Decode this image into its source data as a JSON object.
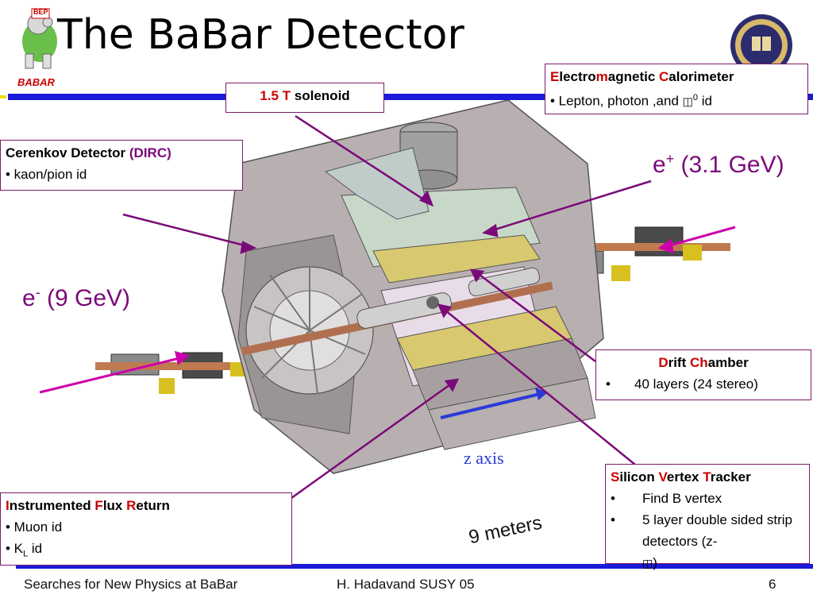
{
  "slide": {
    "title": "The BaBar Detector",
    "logo_text": "BABAR",
    "logo_small_text": "BEP",
    "seal_icon": "university-seal-icon"
  },
  "labels": {
    "solenoid": {
      "value": "1.5 T",
      "text": " solenoid"
    },
    "emc": {
      "title_parts": [
        "E",
        "lectro",
        "m",
        "agnetic ",
        "C",
        "alorimeter"
      ],
      "line1_pre": "• Lepton, photon ,and ",
      "line1_sup": "0",
      "line1_post": " id"
    },
    "dirc": {
      "title": "Cerenkov Detector ",
      "title_red": "(DIRC)",
      "line1": "• kaon/pion  id"
    },
    "positron": {
      "base": "e",
      "sup": "+",
      "rest": " (3.1 GeV)"
    },
    "electron": {
      "base": "e",
      "sup": "-",
      "rest": " (9 GeV)"
    },
    "drift": {
      "title_parts": [
        "D",
        "rift ",
        "Ch",
        "amber"
      ],
      "bullet": "•",
      "line1": "40 layers (24 stereo)"
    },
    "zaxis": "z axis",
    "svt": {
      "title_parts": [
        "S",
        "ilicon ",
        "V",
        "ertex ",
        "T",
        "racker"
      ],
      "bullet": "•",
      "line1": "Find B vertex",
      "line2": "5 layer double sided strip detectors (z-",
      "line2_end": ")"
    },
    "ifr": {
      "title_parts": [
        "I",
        "nstrumented ",
        "F",
        "lux ",
        "R",
        "eturn"
      ],
      "line1": "• Muon id",
      "line2_pre": "• K",
      "line2_sub": "L",
      "line2_post": " id"
    },
    "scale": "9 meters"
  },
  "footer": {
    "left": "Searches for New Physics at BaBar",
    "center": "H. Hadavand  SUSY 05",
    "page": "6"
  },
  "colors": {
    "bar_blue": "#1a1ad8",
    "arrow_purple": "#7a0a7a",
    "accent_red": "#cc0000",
    "detector_gray": "#b8b0b0"
  }
}
